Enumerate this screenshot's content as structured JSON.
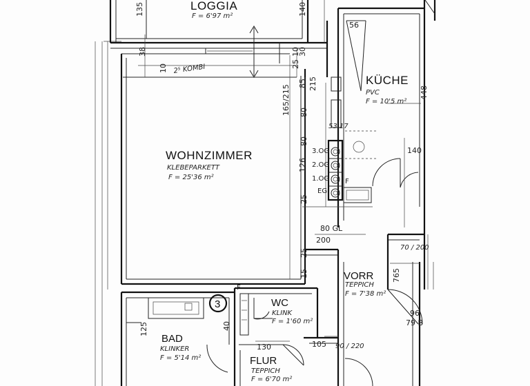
{
  "rooms": {
    "loggia": {
      "name": "LOGGIA",
      "area": "F = 6'97 m²"
    },
    "wohnzimmer": {
      "name": "WOHNZIMMER",
      "floor": "KLEBEPARKETT",
      "area": "F = 25'36 m²"
    },
    "kueche": {
      "name": "KÜCHE",
      "floor": "PVC",
      "area": "F = 10'5 m²"
    },
    "vorr": {
      "name": "VORR",
      "floor": "TEPPICH",
      "area": "F = 7'38 m²"
    },
    "wc": {
      "name": "WC",
      "floor": "KLINK",
      "area": "F = 1'60 m²"
    },
    "bad": {
      "name": "BAD",
      "floor": "KLINKER",
      "area": "F = 5'14 m²"
    },
    "flur": {
      "name": "FLUR",
      "floor": "TEPPICH",
      "area": "F = 6'70 m²"
    }
  },
  "symbols": {
    "bath_marker": "3"
  },
  "dimensions": {
    "loggia_left": "135",
    "loggia_right": "140",
    "d_56": "56",
    "d_38": "38",
    "d_10": "10",
    "d_2_kombi": "2⁵ KOMBI",
    "d_10b": "10",
    "d_30": "30",
    "d_25_a": "25",
    "d_85": "85",
    "d_215": "215",
    "d_165_215": "165/215",
    "d_80_a": "80",
    "d_80_b": "80",
    "d_126": "126",
    "d_25_b": "25",
    "d_80_gl": "80 GL",
    "d_200": "200",
    "d_25_c": "25",
    "d_15": "15",
    "d_140": "140",
    "d_448": "448",
    "d_53_17": "53 17",
    "d_70_200": "70 / 200",
    "d_765": "765",
    "d_90_220": "90 / 220",
    "d_105": "105",
    "d_130": "130",
    "d_79_b": "79 B",
    "d_96": "96",
    "d_125": "125",
    "d_40": "40"
  },
  "levels": [
    "3.OG",
    "2.OG",
    "1.OG",
    "EG"
  ],
  "shaft_letters": [
    "F",
    "F"
  ]
}
